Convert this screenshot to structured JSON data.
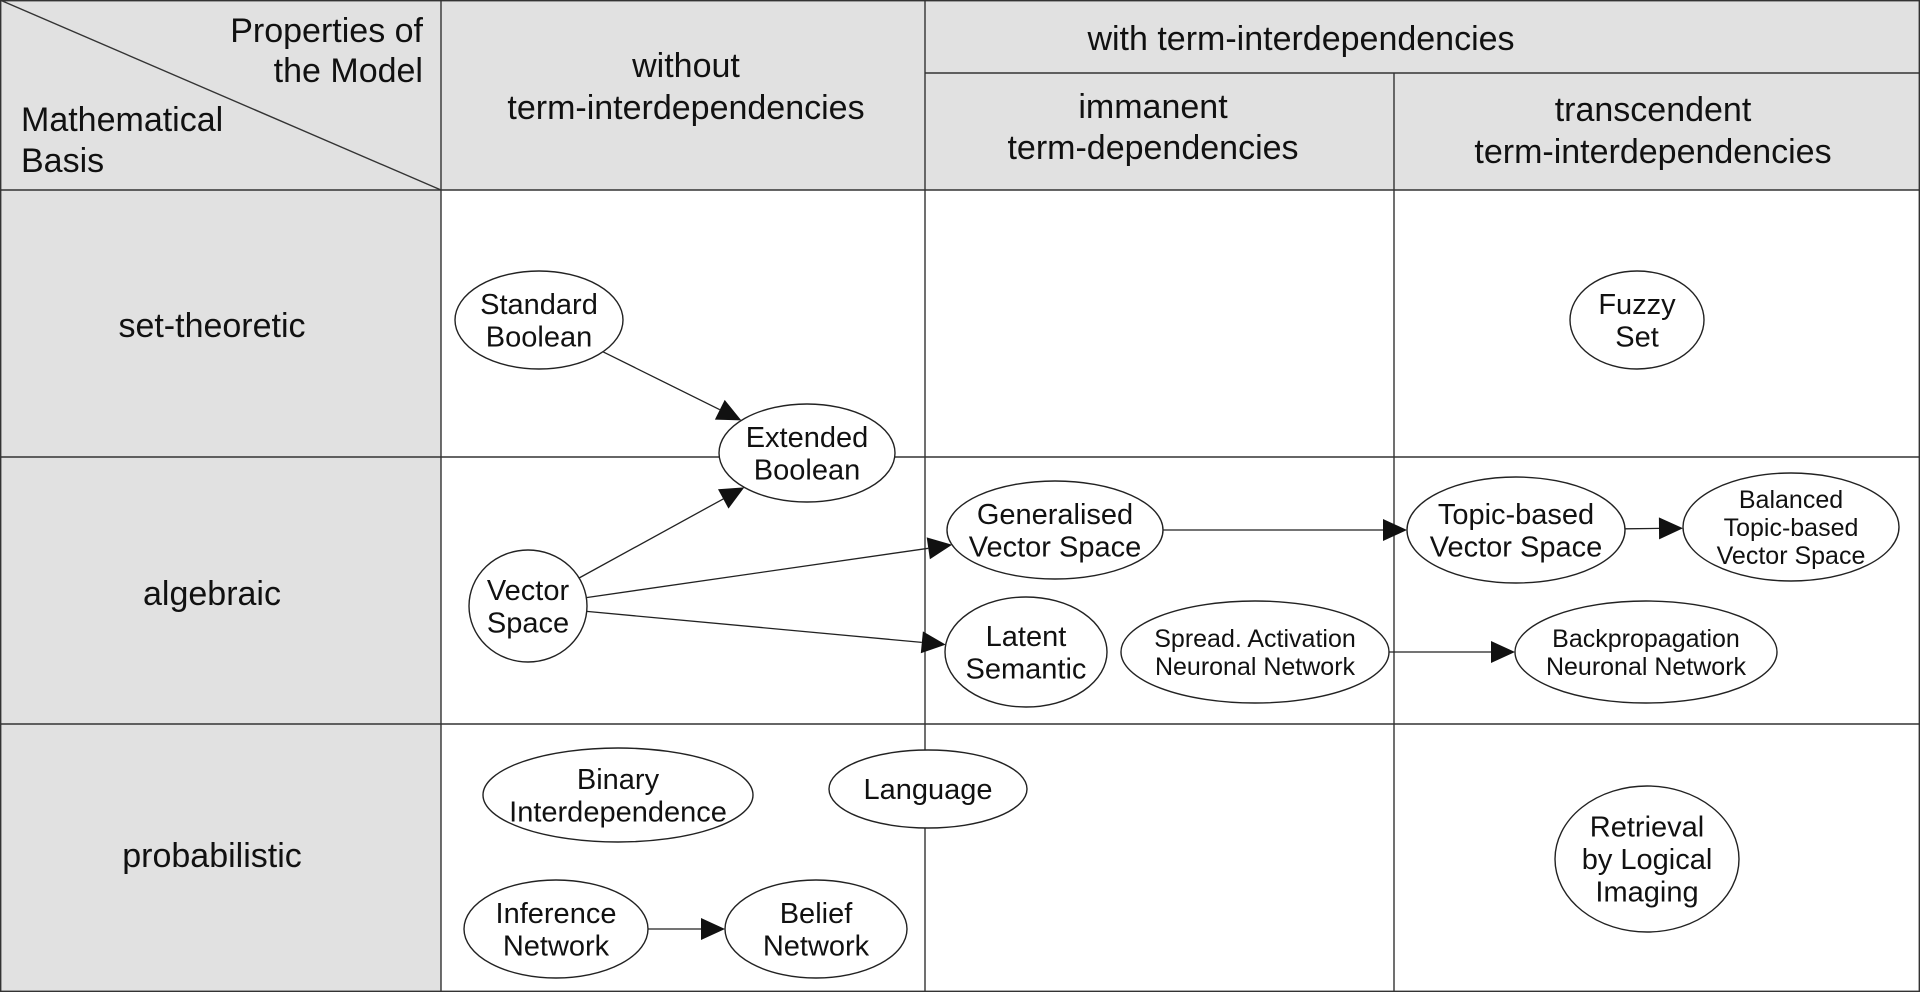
{
  "header": {
    "corner_top": [
      "Properties of",
      "the Model"
    ],
    "corner_bottom": [
      "Mathematical",
      "Basis"
    ],
    "col_without": [
      "without",
      "term-interdependencies"
    ],
    "col_with": "with term-interdependencies",
    "col_immanent": [
      "immanent",
      "term-dependencies"
    ],
    "col_transcendent": [
      "transcendent",
      "term-interdependencies"
    ]
  },
  "rows": {
    "set_theoretic": "set-theoretic",
    "algebraic": "algebraic",
    "probabilistic": "probabilistic"
  },
  "nodes": {
    "standard_boolean": [
      "Standard",
      "Boolean"
    ],
    "extended_boolean": [
      "Extended",
      "Boolean"
    ],
    "fuzzy_set": [
      "Fuzzy",
      "Set"
    ],
    "vector_space": [
      "Vector",
      "Space"
    ],
    "generalised_vector_space": [
      "Generalised",
      "Vector Space"
    ],
    "topic_based_vector_space": [
      "Topic-based",
      "Vector Space"
    ],
    "balanced_topic_based_vector_space": [
      "Balanced",
      "Topic-based",
      "Vector Space"
    ],
    "latent_semantic": [
      "Latent",
      "Semantic"
    ],
    "spread_activation": [
      "Spread. Activation",
      "Neuronal Network"
    ],
    "backpropagation": [
      "Backpropagation",
      "Neuronal Network"
    ],
    "binary_interdependence": [
      "Binary",
      "Interdependence"
    ],
    "language": [
      "Language"
    ],
    "retrieval_logical_imaging": [
      "Retrieval",
      "by Logical",
      "Imaging"
    ],
    "inference_network": [
      "Inference",
      "Network"
    ],
    "belief_network": [
      "Belief",
      "Network"
    ]
  },
  "edges": [
    {
      "from": "standard_boolean",
      "to": "extended_boolean"
    },
    {
      "from": "vector_space",
      "to": "extended_boolean"
    },
    {
      "from": "vector_space",
      "to": "generalised_vector_space"
    },
    {
      "from": "vector_space",
      "to": "latent_semantic"
    },
    {
      "from": "generalised_vector_space",
      "to": "topic_based_vector_space"
    },
    {
      "from": "topic_based_vector_space",
      "to": "balanced_topic_based_vector_space"
    },
    {
      "from": "spread_activation",
      "to": "backpropagation"
    },
    {
      "from": "inference_network",
      "to": "belief_network"
    }
  ],
  "colors": {
    "header_fill": "#e1e1e1",
    "grid_line": "#333333",
    "text": "#111111"
  }
}
